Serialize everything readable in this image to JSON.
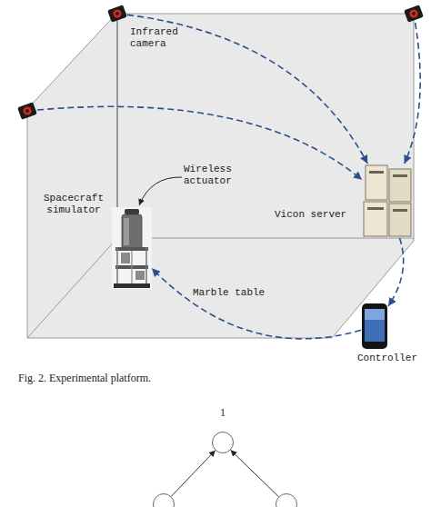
{
  "diagram": {
    "caption": "Fig. 2. Experimental platform.",
    "nodes": [
      {
        "text": [
          "Infrared camera"
        ]
      },
      {
        "text": []
      },
      {
        "text": []
      },
      {
        "text": [
          "Spacecraft simulator"
        ]
      },
      {
        "text": [
          "Vicon server"
        ]
      },
      {
        "text": [
          "Controller"
        ]
      },
      {
        "text": [
          "1"
        ]
      },
      {
        "text": []
      },
      {
        "text": []
      }
    ],
    "edges": [
      {
        "from": 0,
        "to": 4,
        "arrow": "to"
      },
      {
        "from": 1,
        "to": 4,
        "arrow": "to"
      },
      {
        "from": 2,
        "to": 4,
        "arrow": "to"
      },
      {
        "from": 4,
        "to": 5,
        "arrow": "to"
      },
      {
        "from": 5,
        "to": 3,
        "arrow": "to"
      },
      {
        "from": 7,
        "to": 6,
        "arrow": "to"
      },
      {
        "from": 8,
        "to": 6,
        "arrow": "to"
      }
    ],
    "labels": [
      "Wireless actuator",
      "Marble table"
    ]
  }
}
